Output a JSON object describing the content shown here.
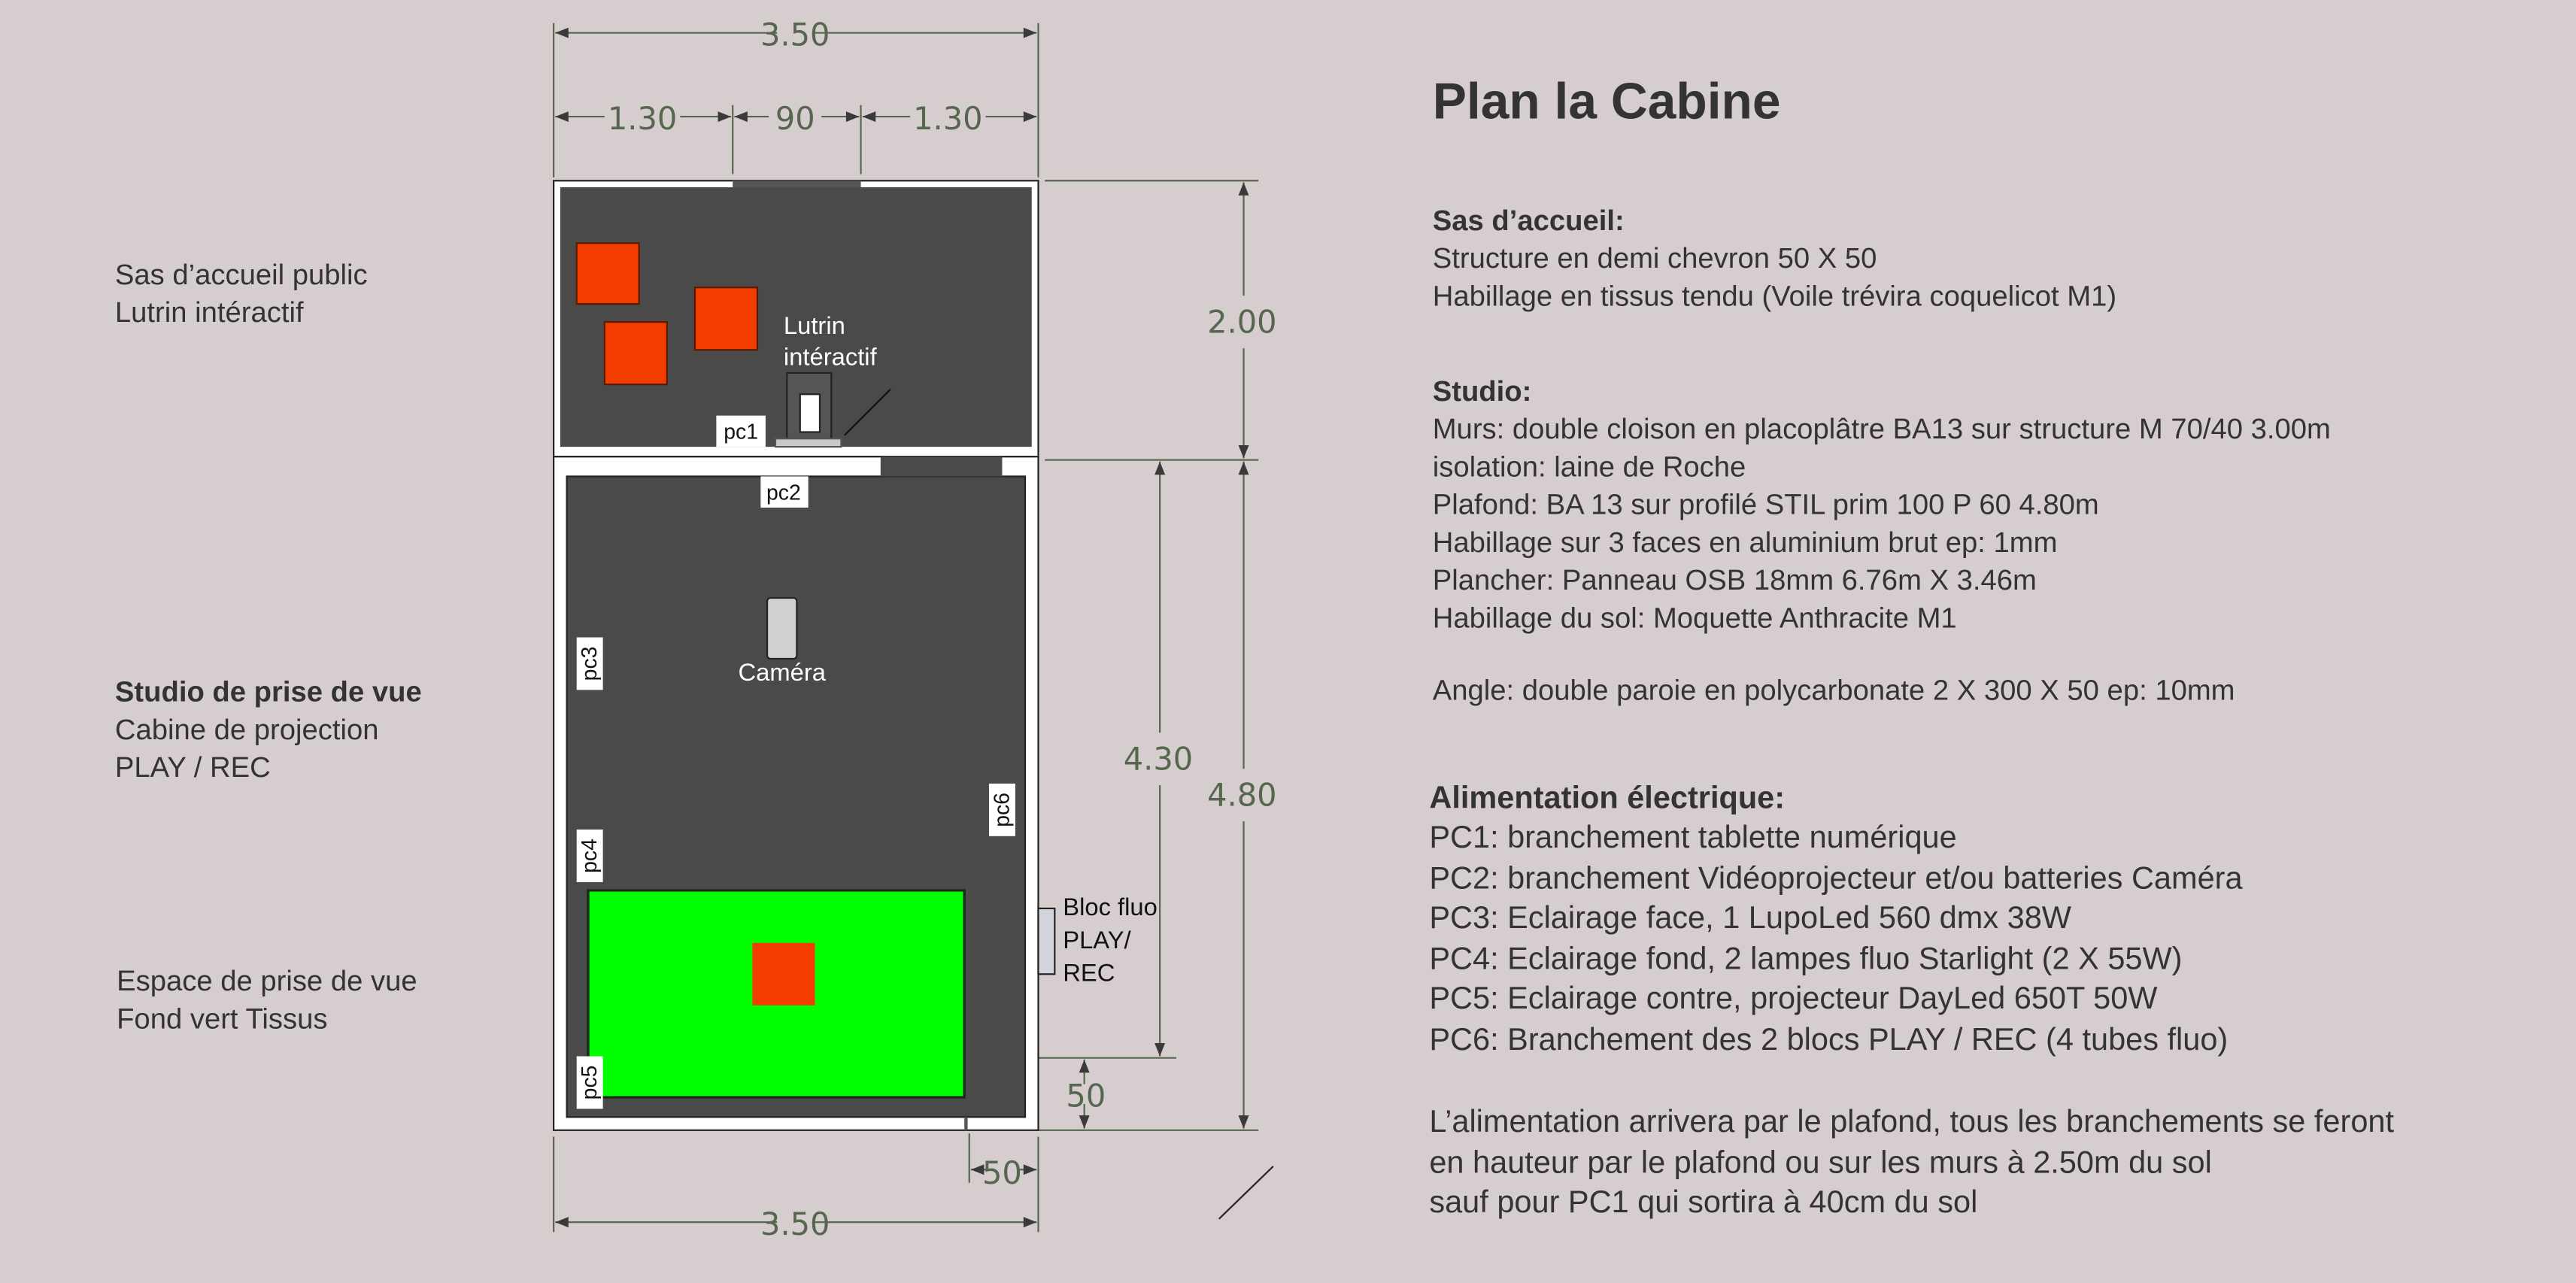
{
  "title": "Plan la Cabine",
  "dimensions": {
    "top_total": "3.50",
    "top_left": "1.30",
    "top_middle": "90",
    "top_right": "1.30",
    "sas_height": "2.00",
    "studio_inner_height": "4.30",
    "studio_height": "4.80",
    "side_offset": "50",
    "bottom_offset": "50",
    "bottom_total": "3.50"
  },
  "plan_labels": {
    "lutrin_line1": "Lutrin",
    "lutrin_line2": "intéractif",
    "camera": "Caméra",
    "bloc_line1": "Bloc fluo",
    "bloc_line2": "PLAY/",
    "bloc_line3": "REC",
    "pc1": "pc1",
    "pc2": "pc2",
    "pc3": "pc3",
    "pc4": "pc4",
    "pc5": "pc5",
    "pc6": "pc6"
  },
  "left_labels": {
    "sas": [
      "Sas d’accueil public",
      "Lutrin intéractif"
    ],
    "studio_title": "Studio de prise de vue",
    "studio": [
      "Cabine de projection",
      "PLAY / REC"
    ],
    "espace": [
      "Espace de prise de vue",
      "Fond vert Tissus"
    ]
  },
  "sections": {
    "sas_title": "Sas d’accueil:",
    "sas": [
      "Structure en demi chevron 50 X 50",
      "Habillage en tissus tendu (Voile trévira coquelicot M1)"
    ],
    "studio_title": "Studio:",
    "studio": [
      "Murs: double cloison en placoplâtre BA13 sur structure M 70/40 3.00m",
      "isolation: laine de Roche",
      "Plafond: BA 13 sur profilé STIL prim 100 P 60 4.80m",
      "Habillage sur 3 faces en aluminium brut ep: 1mm",
      "Plancher: Panneau OSB 18mm 6.76m X 3.46m",
      "Habillage du sol: Moquette Anthracite M1"
    ],
    "angle": "Angle: double paroie en polycarbonate 2 X 300 X 50  ep: 10mm",
    "alim_title": "Alimentation électrique:",
    "alim": [
      "PC1: branchement tablette numérique",
      "PC2: branchement Vidéoprojecteur et/ou batteries Caméra",
      "PC3: Eclairage face, 1 LupoLed 560 dmx 38W",
      "PC4: Eclairage fond, 2 lampes fluo Starlight (2 X 55W)",
      "PC5: Eclairage contre, projecteur DayLed 650T 50W",
      "PC6: Branchement des 2 blocs PLAY / REC (4 tubes fluo)"
    ],
    "note": [
      "L’alimentation arrivera par le plafond, tous les branchements se feront",
      "en hauteur par le plafond ou sur les murs à 2.50m du sol",
      "sauf pour PC1 qui sortira à 40cm du sol"
    ]
  },
  "colors": {
    "background": "#d6cece",
    "floor": "#4a4a4a",
    "panel": "#f23c00",
    "green_screen": "#00ff00",
    "dimension": "#56664f"
  }
}
